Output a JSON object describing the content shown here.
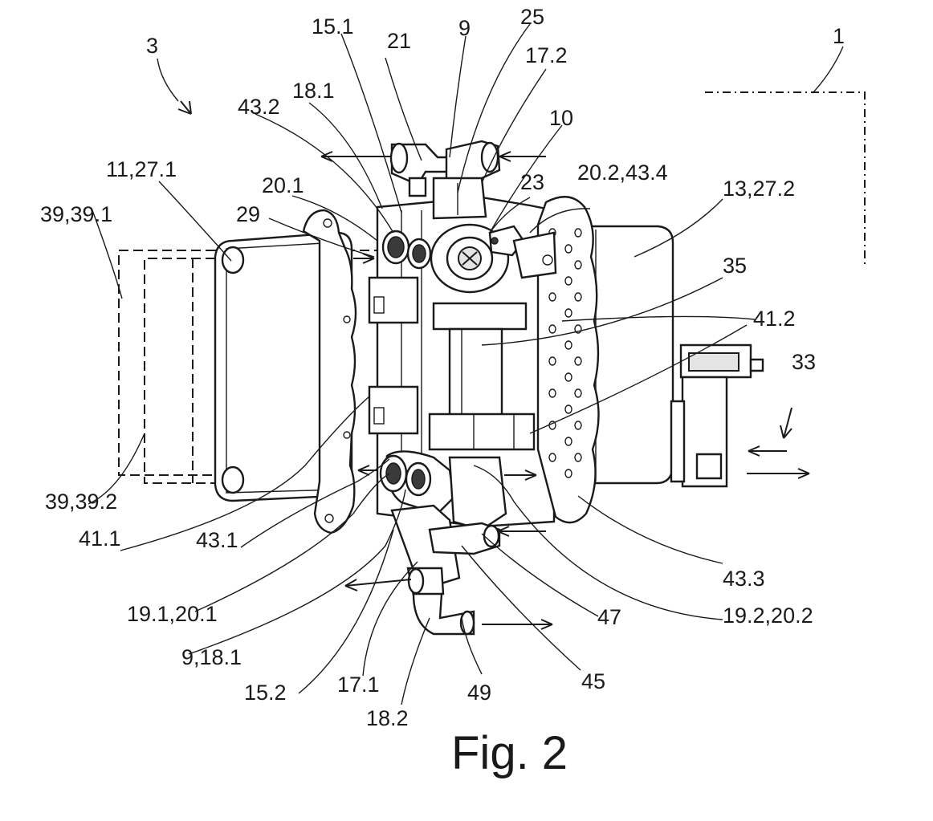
{
  "figure": {
    "caption": "Fig. 2",
    "labels": {
      "l3": "3",
      "l1": "1",
      "l15_1": "15.1",
      "l21": "21",
      "l9": "9",
      "l25": "25",
      "l17_2": "17.2",
      "l43_2": "43.2",
      "l18_1": "18.1",
      "l10": "10",
      "l11_27_1": "11,27.1",
      "l20_1_top": "20.1",
      "l20_2_43_4": "20.2,43.4",
      "l23": "23",
      "l13_27_2": "13,27.2",
      "l39_39_1": "39,39.1",
      "l29": "29",
      "l35": "35",
      "l41_2": "41.2",
      "l33": "33",
      "l39_39_2": "39,39.2",
      "l41_1": "41.1",
      "l43_1": "43.1",
      "l43_3": "43.3",
      "l19_1_20_1": "19.1,20.1",
      "l47": "47",
      "l19_2_20_2": "19.2,20.2",
      "l9_18_1": "9,18.1",
      "l45": "45",
      "l15_2": "15.2",
      "l17_1": "17.1",
      "l49": "49",
      "l18_2": "18.2"
    }
  }
}
